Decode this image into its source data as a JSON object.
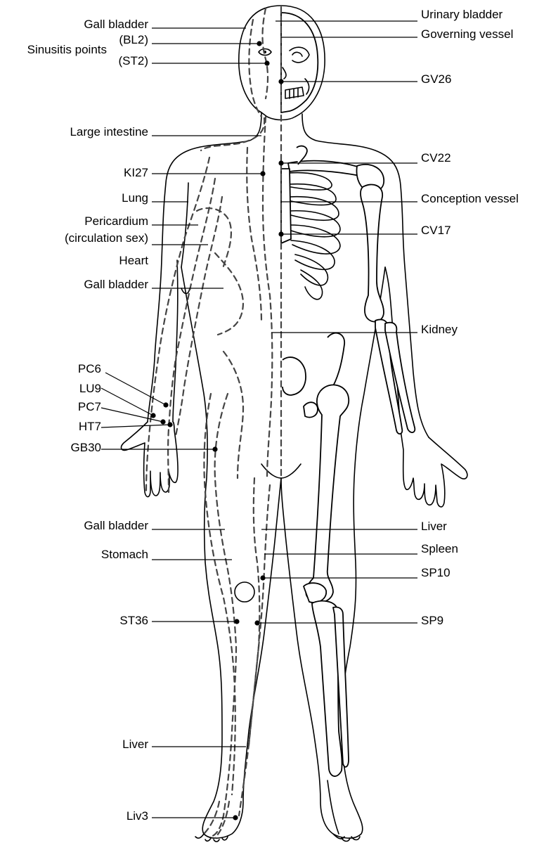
{
  "labels_left": {
    "gall_bladder_head": "Gall bladder",
    "sinusitis_points": "Sinusitis points",
    "bl2": "(BL2)",
    "st2": "(ST2)",
    "large_intestine": "Large intestine",
    "ki27": "KI27",
    "lung": "Lung",
    "pericardium": "Pericardium",
    "circulation_sex": "(circulation sex)",
    "heart": "Heart",
    "gall_bladder_torso": "Gall bladder",
    "pc6": "PC6",
    "lu9": "LU9",
    "pc7": "PC7",
    "ht7": "HT7",
    "gb30": "GB30",
    "gall_bladder_leg": "Gall bladder",
    "stomach": "Stomach",
    "st36": "ST36",
    "liver_leg": "Liver",
    "liv3": "Liv3"
  },
  "labels_right": {
    "urinary_bladder": "Urinary bladder",
    "governing_vessel": "Governing vessel",
    "gv26": "GV26",
    "cv22": "CV22",
    "conception_vessel": "Conception vessel",
    "cv17": "CV17",
    "kidney": "Kidney",
    "liver": "Liver",
    "spleen": "Spleen",
    "sp10": "SP10",
    "sp9": "SP9"
  }
}
